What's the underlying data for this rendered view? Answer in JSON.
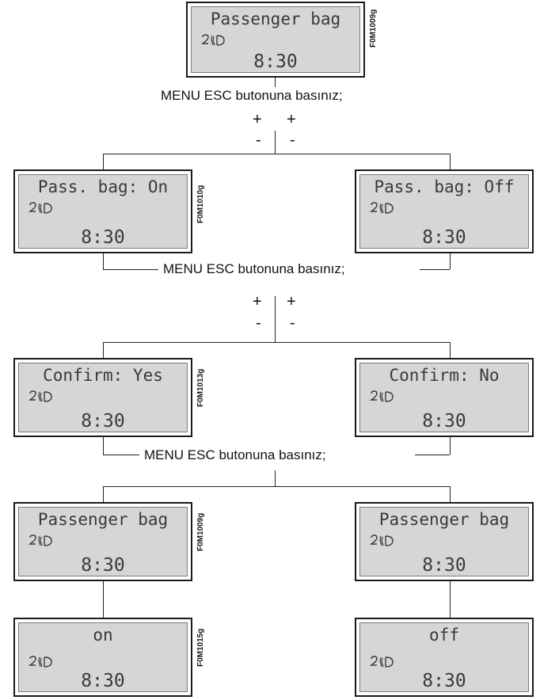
{
  "screens": {
    "s1": {
      "line1": "Passenger bag",
      "line3": "8:30",
      "code": "F0M1009g"
    },
    "s2": {
      "line1": "Pass. bag: On",
      "line3": "8:30",
      "code": "F0M1010g"
    },
    "s3": {
      "line1": "Pass. bag: Off",
      "line3": "8:30",
      "code": ""
    },
    "s4": {
      "line1": "Confirm: Yes",
      "line3": "8:30",
      "code": "F0M1013g"
    },
    "s5": {
      "line1": "Confirm: No",
      "line3": "8:30",
      "code": ""
    },
    "s6": {
      "line1": "Passenger bag",
      "line3": "8:30",
      "code": "F0M1009g"
    },
    "s7": {
      "line1": "Passenger bag",
      "line3": "8:30",
      "code": ""
    },
    "s8": {
      "line1": "on",
      "line3": "8:30",
      "code": "F0M1015g"
    },
    "s9": {
      "line1": "off",
      "line3": "8:30",
      "code": ""
    }
  },
  "captions": {
    "c1": "MENU ESC butonuna basınız;",
    "c2": "MENU ESC butonuna basınız;",
    "c3": "MENU ESC butonuna basınız;"
  },
  "symbols": {
    "plus": "+",
    "minus": "-"
  },
  "icons": {
    "lcd_status_icon": "seat-airbag-icon"
  }
}
